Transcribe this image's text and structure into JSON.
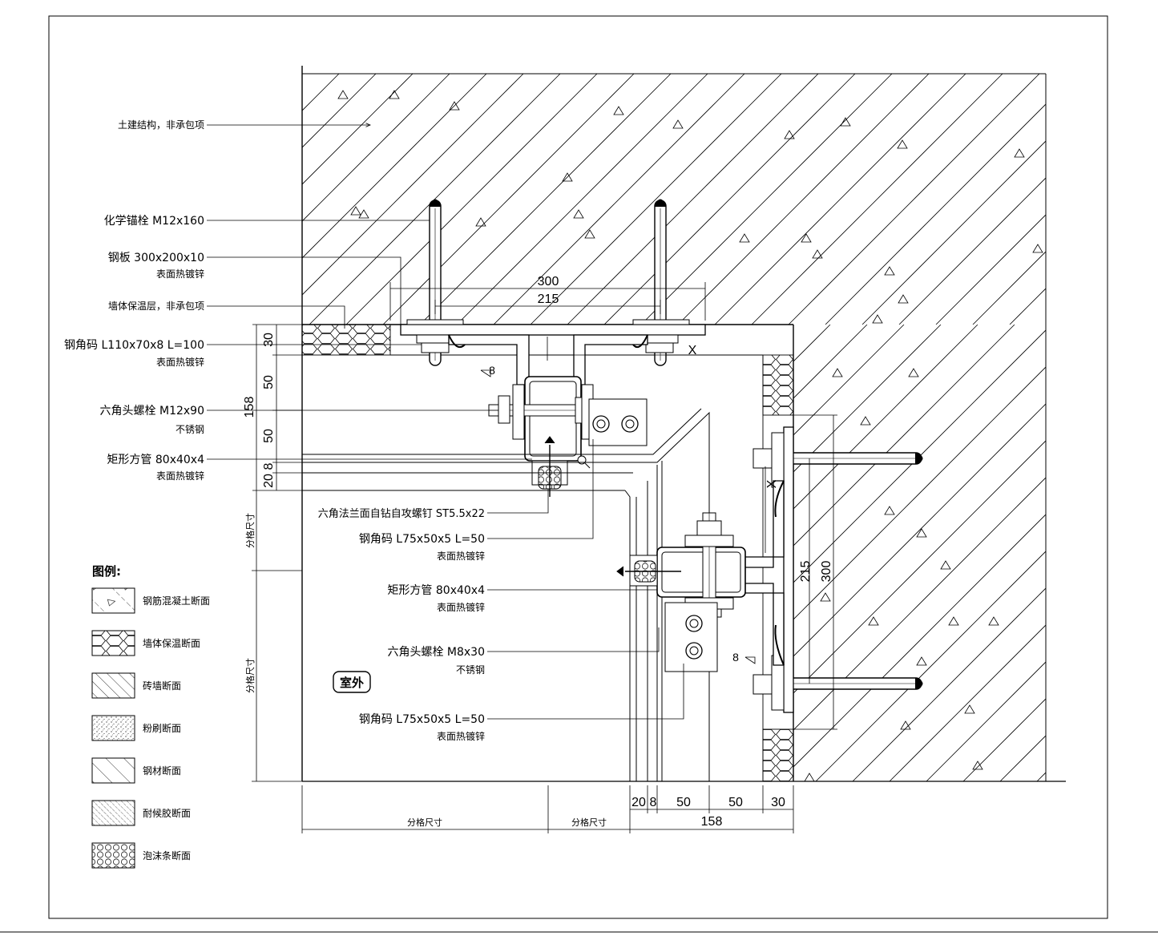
{
  "labels": {
    "structure": "土建结构，非承包项",
    "anchor": "化学锚栓 M12x160",
    "plate_name": "钢板 300x200x10",
    "plate_note": "表面热镀锌",
    "insulation": "墙体保温层，非承包项",
    "angle1_name": "钢角码 L110x70x8 L=100",
    "angle1_note": "表面热镀锌",
    "bolt1_name": "六角头螺栓 M12x90",
    "bolt1_note": "不锈钢",
    "tube1_name": "矩形方管 80x40x4",
    "tube1_note": "表面热镀锌",
    "screw": "六角法兰面自钻自攻螺钉 ST5.5x22",
    "angle2_name": "钢角码 L75x50x5 L=50",
    "angle2_note": "表面热镀锌",
    "tube2_name": "矩形方管 80x40x4",
    "tube2_note": "表面热镀锌",
    "bolt2_name": "六角头螺栓 M8x30",
    "bolt2_note": "不锈钢",
    "angle3_name": "钢角码 L75x50x5 L=50",
    "angle3_note": "表面热镀锌",
    "outdoor": "室外"
  },
  "dims": {
    "top_300": "300",
    "top_215": "215",
    "x1": "X",
    "x2": "X",
    "weld1": "8",
    "weld2": "8",
    "left_30": "30",
    "left_50a": "50",
    "left_158": "158",
    "left_50b": "50",
    "left_20": "20",
    "left_8": "8",
    "grid_v1": "分格尺寸",
    "grid_v2": "分格尺寸",
    "right_215": "215",
    "right_300": "300",
    "bot_20": "20",
    "bot_8": "8",
    "bot_50a": "50",
    "bot_50b": "50",
    "bot_30": "30",
    "bot_158": "158",
    "grid_h1": "分格尺寸",
    "grid_h2": "分格尺寸"
  },
  "legend": {
    "title": "图例:",
    "items": [
      {
        "label": "钢筋混凝土断面",
        "pattern": "concrete"
      },
      {
        "label": "墙体保温断面",
        "pattern": "hex"
      },
      {
        "label": "砖墙断面",
        "pattern": "hatch"
      },
      {
        "label": "粉刷断面",
        "pattern": "dots"
      },
      {
        "label": "钢材断面",
        "pattern": "hatch-wide"
      },
      {
        "label": "耐候胶断面",
        "pattern": "hatch-dense"
      },
      {
        "label": "泡沫条断面",
        "pattern": "circles"
      }
    ]
  }
}
